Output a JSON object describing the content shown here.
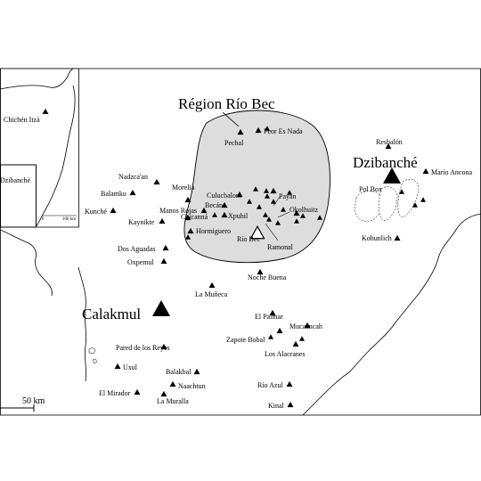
{
  "region": {
    "label": "Région Río Bec"
  },
  "scale": {
    "label": "50 km"
  },
  "inset": {
    "chichen": "Chichén Itzá",
    "dzibanche": "Dzibanché",
    "zero": "0",
    "km": "100 km"
  },
  "major_sites": [
    {
      "id": "calakmul",
      "label": "Calakmul"
    },
    {
      "id": "dzibanche",
      "label": "Dzibanché"
    }
  ],
  "sites": [
    {
      "id": "pechal",
      "label": "Pechal"
    },
    {
      "id": "peor-es-nada",
      "label": "Peor Es Nada"
    },
    {
      "id": "resbalon",
      "label": "Resbalón"
    },
    {
      "id": "mario-ancona",
      "label": "Mario Ancona"
    },
    {
      "id": "pol-box",
      "label": "Pol Box"
    },
    {
      "id": "kohunlich",
      "label": "Kohunlich"
    },
    {
      "id": "nadzcaan",
      "label": "Nadzca'an"
    },
    {
      "id": "balamku",
      "label": "Balamku"
    },
    {
      "id": "kunche",
      "label": "Kunché"
    },
    {
      "id": "morelia",
      "label": "Morelia"
    },
    {
      "id": "kaynikte",
      "label": "Kaynikte"
    },
    {
      "id": "manos-rojas",
      "label": "Manos Rojas"
    },
    {
      "id": "chicanna",
      "label": "Chicanná"
    },
    {
      "id": "becan",
      "label": "Becán"
    },
    {
      "id": "culucbalom",
      "label": "Culucbalom"
    },
    {
      "id": "xpuhil",
      "label": "Xpuhil"
    },
    {
      "id": "payan",
      "label": "Payan"
    },
    {
      "id": "okolhuitz",
      "label": "Okolhuitz"
    },
    {
      "id": "hormiguero",
      "label": "Hormiguero"
    },
    {
      "id": "rio-bec",
      "label": "Río Bec"
    },
    {
      "id": "ramonal",
      "label": "Ramonal"
    },
    {
      "id": "dos-aguadas",
      "label": "Dos Aguadas"
    },
    {
      "id": "oxpemul",
      "label": "Oxpemul"
    },
    {
      "id": "noche-buena",
      "label": "Noche Buena"
    },
    {
      "id": "la-muneca",
      "label": "La Muñeca"
    },
    {
      "id": "el-palmar",
      "label": "El Palmar"
    },
    {
      "id": "mucaancah",
      "label": "Mucaancah"
    },
    {
      "id": "zapote-bobal",
      "label": "Zapote Bobal"
    },
    {
      "id": "los-alacranes",
      "label": "Los Alacranes"
    },
    {
      "id": "pared-de-los-reyes",
      "label": "Pared de los Reyes"
    },
    {
      "id": "uxul",
      "label": "Uxul"
    },
    {
      "id": "balakbal",
      "label": "Balakbal"
    },
    {
      "id": "naachtun",
      "label": "Naachtun"
    },
    {
      "id": "el-mirador",
      "label": "El Mirador"
    },
    {
      "id": "la-muralla",
      "label": "La Muralla"
    },
    {
      "id": "rio-azul",
      "label": "Río Azul"
    },
    {
      "id": "kinal",
      "label": "Kinal"
    }
  ]
}
